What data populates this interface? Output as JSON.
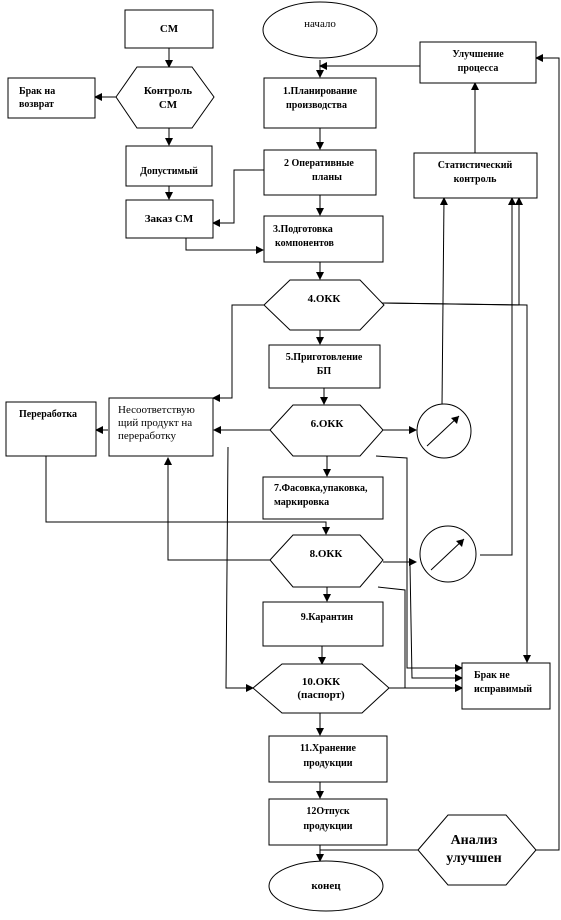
{
  "nodes": {
    "sm": "СМ",
    "start": "начало",
    "brak_return": [
      "Брак на",
      "возврат"
    ],
    "control_sm": [
      "Контроль",
      "СМ"
    ],
    "admissible": "Допустимый",
    "order_sm": "Заказ СМ",
    "planning": [
      "1.Планирование",
      "производства"
    ],
    "operational": [
      "2 Оперативные",
      "планы"
    ],
    "prep": [
      "3.Подготовка",
      "компонентов"
    ],
    "okk4": "4.ОКК",
    "cooking": [
      "5.Приготовление",
      "БП"
    ],
    "rework": "Переработка",
    "nonconforming": [
      "Несоответствую",
      "щий продукт на",
      "переработку"
    ],
    "okk6": "6.ОКК",
    "packing": [
      "7.Фасовка,упаковка,",
      "маркировка"
    ],
    "okk8": "8.ОКК",
    "quarantine": "9.Карантин",
    "okk10": [
      "10.ОКК",
      "(паспорт)"
    ],
    "brak_unfix": [
      "Брак не",
      "исправимый"
    ],
    "storage": [
      "11.Хранение",
      "продукции"
    ],
    "release": [
      "12Отпуск",
      "продукции"
    ],
    "end": "конец",
    "improve": [
      "Улучшение",
      "процесса"
    ],
    "stat": [
      "Статистический",
      "контроль"
    ],
    "analysis": [
      "Анализ",
      "улучшен"
    ]
  }
}
